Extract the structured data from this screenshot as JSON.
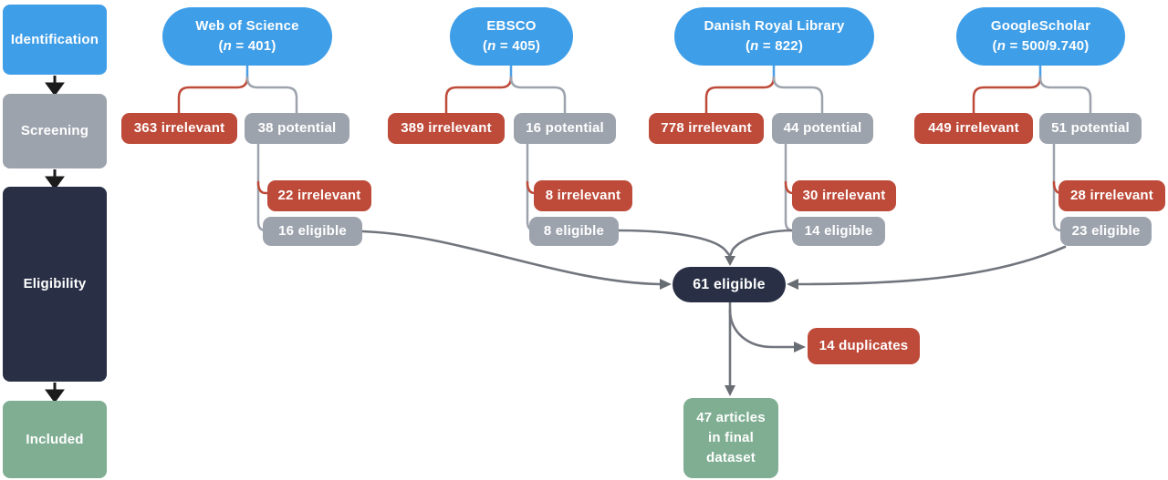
{
  "palette": {
    "blue": "#3F9EE8",
    "red": "#BE4A39",
    "gray": "#9DA3AD",
    "navy": "#293046",
    "green": "#7FAE92",
    "connector_gray": "#9DA3AD",
    "merge_arrow_gray": "#6E7278",
    "stage_arrow_black": "#1B1B1B"
  },
  "stages": [
    {
      "label": "Identification"
    },
    {
      "label": "Screening"
    },
    {
      "label": "Eligibility"
    },
    {
      "label": "Included"
    }
  ],
  "sources": [
    {
      "name": "Web of Science",
      "sub_pre": "(",
      "sub_n": "n",
      "sub_rest": " = 401)",
      "irrelevant": "363 irrelevant",
      "potential": "38 potential",
      "irrelevant2": "22 irrelevant",
      "eligible": "16 eligible"
    },
    {
      "name": "EBSCO",
      "sub_pre": "(",
      "sub_n": "n",
      "sub_rest": " = 405)",
      "irrelevant": "389 irrelevant",
      "potential": "16 potential",
      "irrelevant2": "8 irrelevant",
      "eligible": "8 eligible"
    },
    {
      "name": "Danish Royal Library",
      "sub_pre": "(",
      "sub_n": "n",
      "sub_rest": " = 822)",
      "irrelevant": "778 irrelevant",
      "potential": "44 potential",
      "irrelevant2": "30 irrelevant",
      "eligible": "14 eligible"
    },
    {
      "name": "GoogleScholar",
      "sub_pre": "(",
      "sub_n": "n",
      "sub_rest": " = 500/9.740)",
      "irrelevant": "449 irrelevant",
      "potential": "51 potential",
      "irrelevant2": "28 irrelevant",
      "eligible": "23 eligible"
    }
  ],
  "merge": {
    "eligible": "61 eligible",
    "duplicates": "14 duplicates",
    "final_lines": [
      "47 articles",
      "in final",
      "dataset"
    ]
  }
}
